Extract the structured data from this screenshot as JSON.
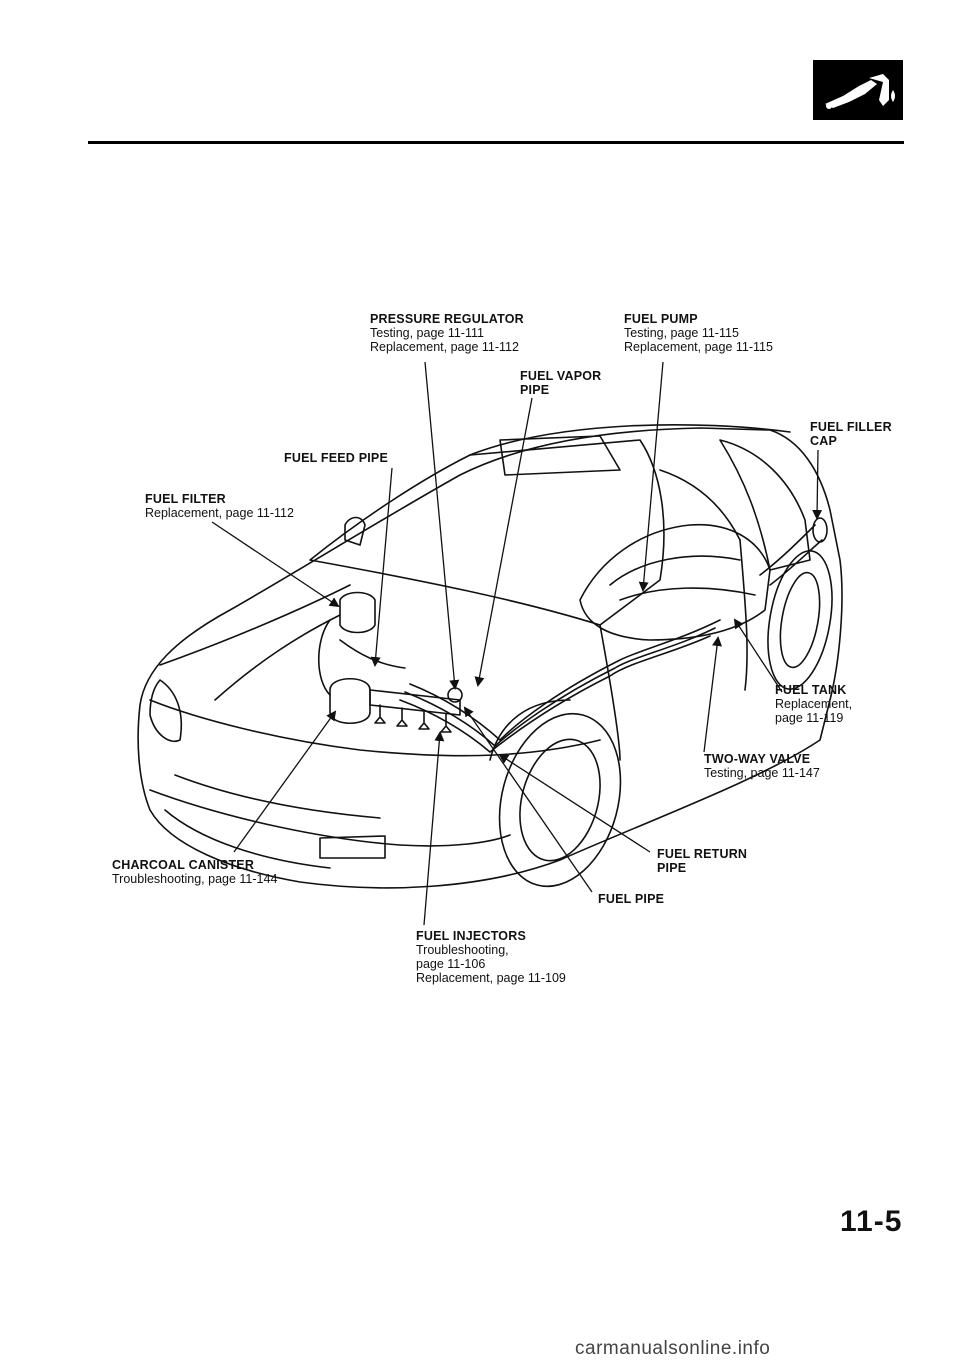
{
  "header": {
    "section_icon": "fuel-pump-nozzle-icon"
  },
  "labels": {
    "pressure_regulator": {
      "title": "PRESSURE REGULATOR",
      "lines": [
        "Testing, page 11-111",
        "Replacement, page 11-112"
      ]
    },
    "fuel_pump": {
      "title": "FUEL PUMP",
      "lines": [
        "Testing, page 11-115",
        "Replacement, page 11-115"
      ]
    },
    "fuel_vapor_pipe": {
      "title_lines": [
        "FUEL VAPOR",
        "PIPE"
      ]
    },
    "fuel_filler_cap": {
      "title_lines": [
        "FUEL FILLER",
        "CAP"
      ]
    },
    "fuel_feed_pipe": {
      "title": "FUEL FEED PIPE"
    },
    "fuel_filter": {
      "title": "FUEL FILTER",
      "lines": [
        "Replacement, page 11-112"
      ]
    },
    "fuel_tank": {
      "title": "FUEL TANK",
      "lines": [
        "Replacement,",
        "page 11-119"
      ]
    },
    "two_way_valve": {
      "title": "TWO-WAY VALVE",
      "lines": [
        "Testing, page 11-147"
      ]
    },
    "charcoal_canister": {
      "title": "CHARCOAL CANISTER",
      "lines": [
        "Troubleshooting, page 11-144"
      ]
    },
    "fuel_return_pipe": {
      "title_lines": [
        "FUEL RETURN",
        "PIPE"
      ]
    },
    "fuel_pipe": {
      "title": "FUEL PIPE"
    },
    "fuel_injectors": {
      "title": "FUEL INJECTORS",
      "lines": [
        "Troubleshooting,",
        "page 11-106",
        "Replacement, page 11-109"
      ]
    }
  },
  "footer": {
    "page_number": "11-5",
    "watermark": "carmanualsonline.info"
  }
}
